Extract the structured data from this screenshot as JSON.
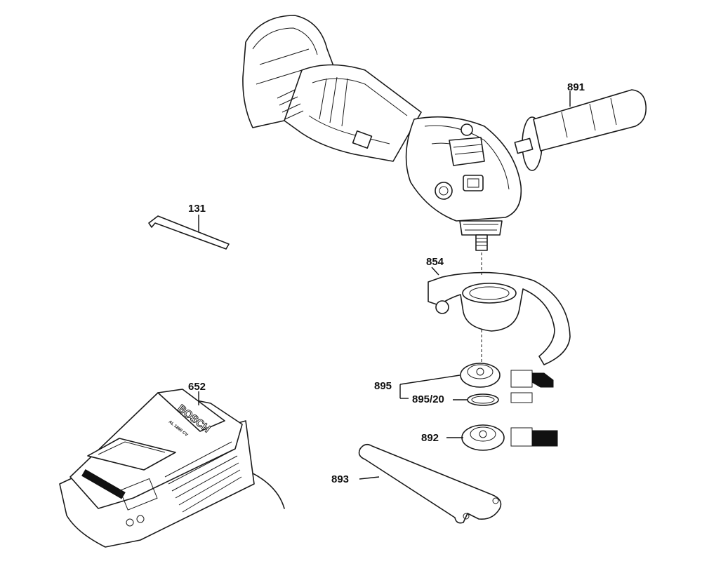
{
  "diagram": {
    "part_labels": {
      "p131": "131",
      "p652": "652",
      "p854": "854",
      "p891": "891",
      "p892": "892",
      "p893": "893",
      "p895": "895",
      "p895_20": "895/20"
    },
    "charger": {
      "brand": "BOSCH",
      "model": "AL 1860 CV"
    }
  }
}
